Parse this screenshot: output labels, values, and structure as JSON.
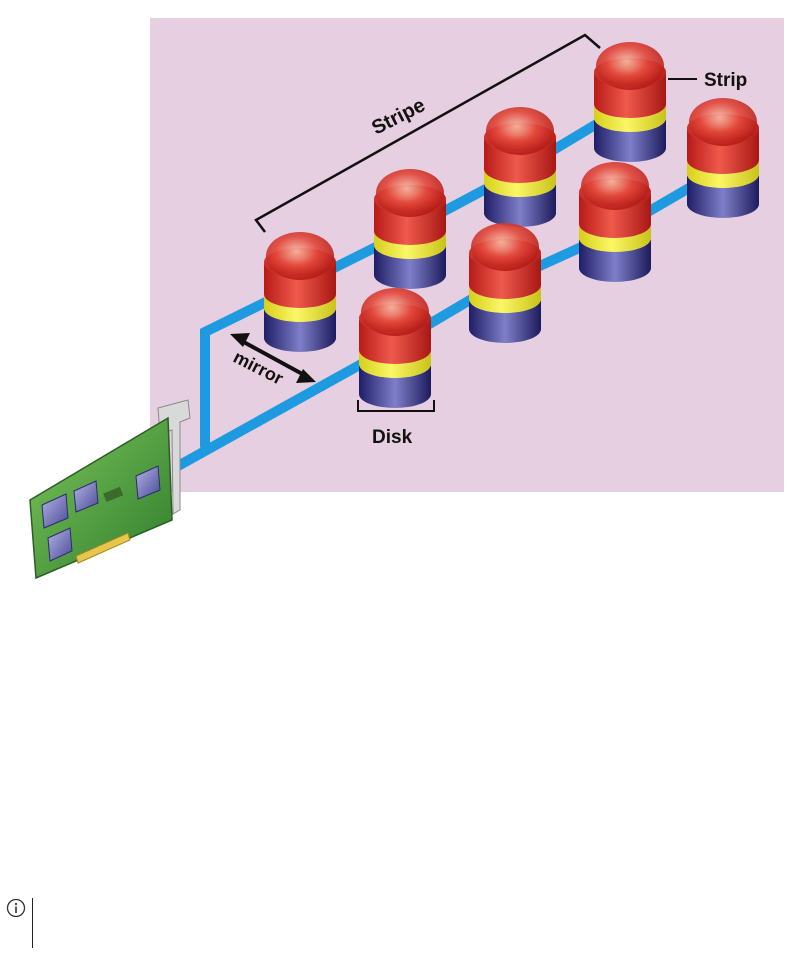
{
  "diagram": {
    "labels": {
      "stripe": "Stripe",
      "strip": "Strip",
      "mirror": "mirror",
      "disk": "Disk"
    },
    "colors": {
      "background": "#e7cfe0",
      "cable": "#1e9ae0",
      "strip_top": "#e0433c",
      "strip_mid": "#f2ee3a",
      "strip_bottom": "#3b3a8c",
      "board": "#4a9a3a"
    }
  },
  "note": {
    "icon": "info-icon"
  }
}
